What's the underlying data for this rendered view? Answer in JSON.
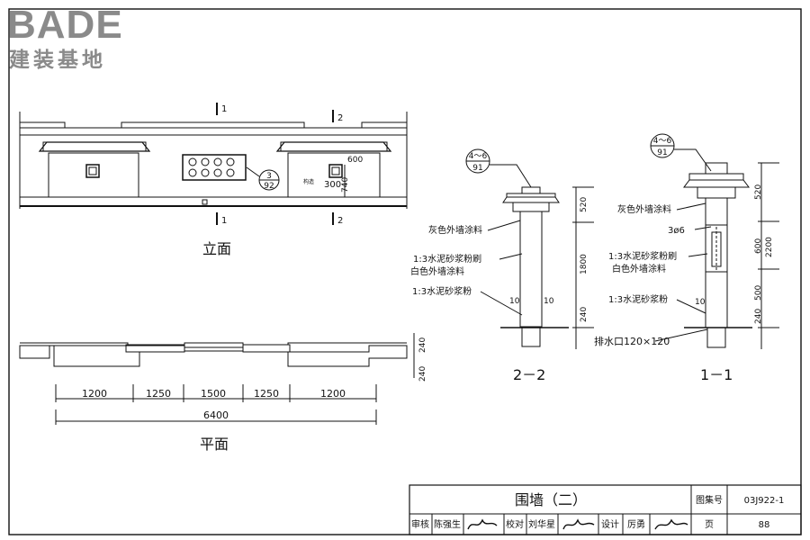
{
  "logo": {
    "brand": "BADE",
    "tagline": "建装基地"
  },
  "elevation": {
    "title": "立面",
    "section_marks": {
      "s1": "1",
      "s2": "2"
    },
    "detail_ref": {
      "num": "3",
      "sheet": "92"
    },
    "small_note": "构造",
    "dims": [
      "300",
      "740",
      "600"
    ]
  },
  "plan": {
    "title": "平面",
    "segments": [
      "1200",
      "1250",
      "1500",
      "1250",
      "1200"
    ],
    "total": "6400",
    "thickness": [
      "240",
      "240"
    ]
  },
  "section_22": {
    "label": "2－2",
    "detail_ref": {
      "num": "4～6",
      "sheet": "91"
    },
    "notes": {
      "gray_paint": "灰色外墙涂料",
      "mortar_brush_1": "1:3水泥砂浆粉刷",
      "white_paint": "白色外墙涂料",
      "mortar": "1:3水泥砂浆粉"
    },
    "dims": {
      "top": "520",
      "main": "1800",
      "base": "240",
      "side_l": "10",
      "side_r": "10"
    }
  },
  "section_11": {
    "label": "1－1",
    "detail_ref": {
      "num": "4～6",
      "sheet": "91"
    },
    "notes": {
      "gray_paint": "灰色外墙涂料",
      "rebar": "3ø6",
      "mortar_brush_1": "1:3水泥砂浆粉刷",
      "white_paint": "白色外墙涂料",
      "mortar": "1:3水泥砂浆粉",
      "drain": "排水口120×120"
    },
    "dims": {
      "top": "520",
      "mid": "600",
      "total": "2200",
      "low": "500",
      "base": "240",
      "side": "10"
    }
  },
  "title_block": {
    "title": "围墙（二）",
    "atlas_label": "图集号",
    "atlas_no": "03J922-1",
    "review_label": "审核",
    "reviewer": "陈强生",
    "check_label": "校对",
    "checker": "刘华星",
    "design_label": "设计",
    "designer": "厉勇",
    "page_label": "页",
    "page_no": "88"
  }
}
